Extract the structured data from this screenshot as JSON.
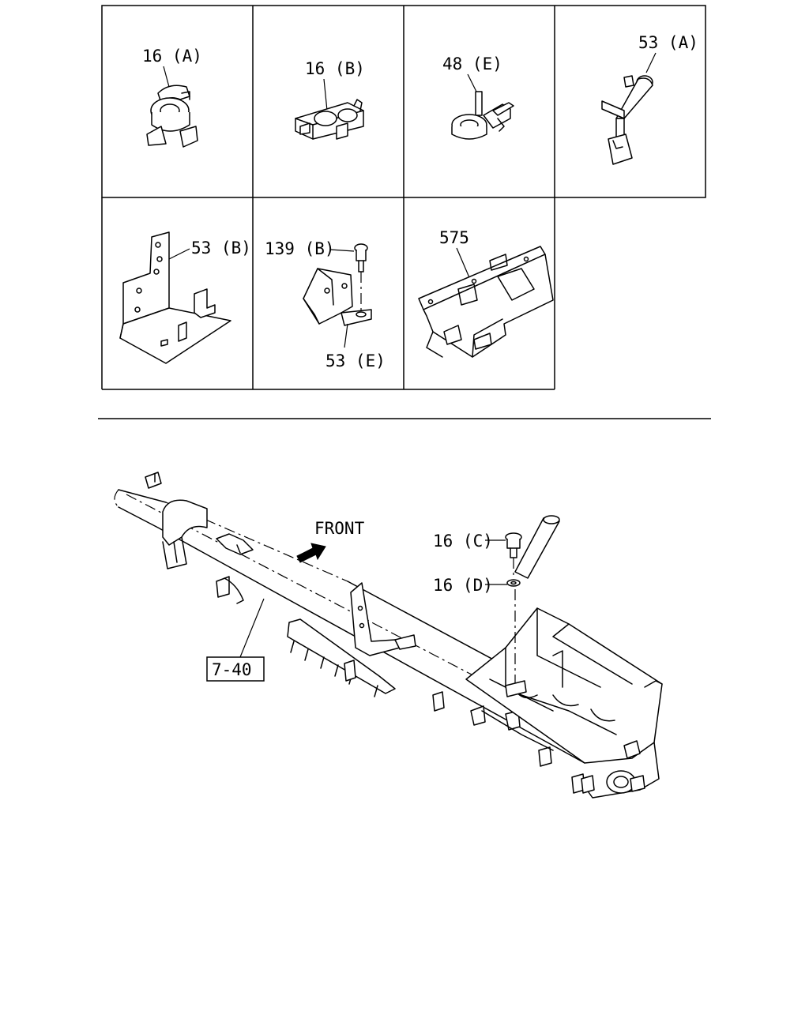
{
  "parts_grid": {
    "cells": [
      {
        "labels": [
          "16 (A)"
        ]
      },
      {
        "labels": [
          "16 (B)"
        ]
      },
      {
        "labels": [
          "48 (E)"
        ]
      },
      {
        "labels": [
          "53 (A)"
        ]
      },
      {
        "labels": [
          "53 (B)"
        ]
      },
      {
        "labels": [
          "139 (B)",
          "53 (E)"
        ]
      },
      {
        "labels": [
          "575"
        ]
      }
    ]
  },
  "main_diagram": {
    "front_label": "FRONT",
    "ref_box": "7-40",
    "callouts": [
      "16 (C)",
      "16 (D)"
    ]
  }
}
